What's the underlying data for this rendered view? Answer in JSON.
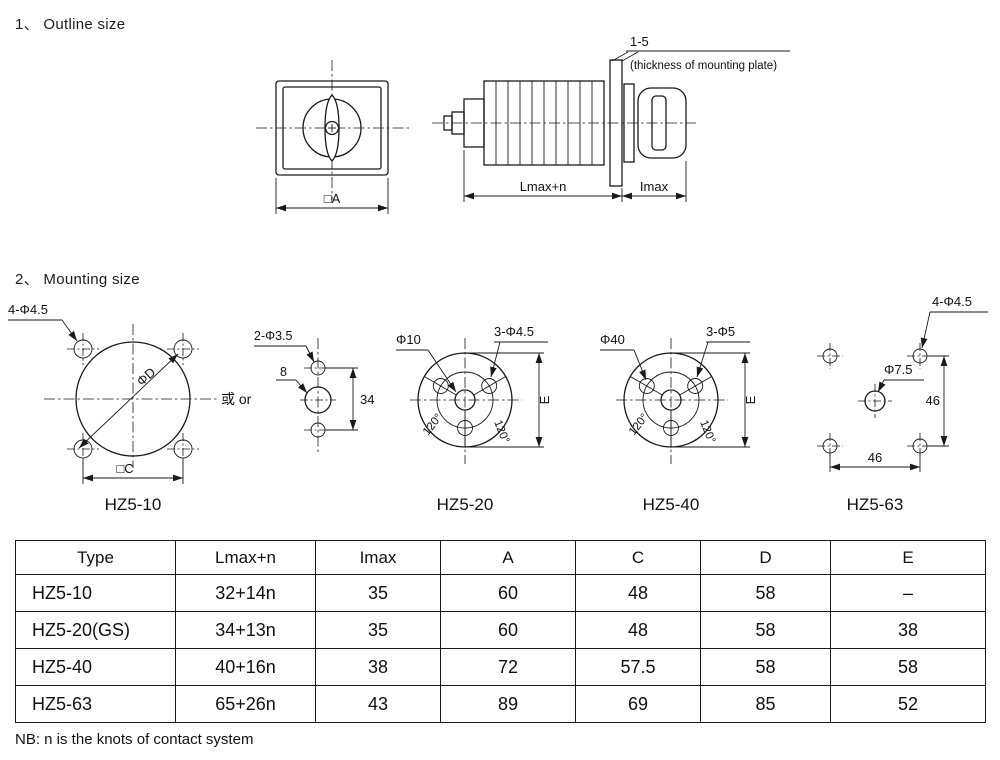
{
  "colors": {
    "line": "#1a1a1a",
    "text": "#111111",
    "bg": "#ffffff"
  },
  "headings": {
    "outline": "1、 Outline size",
    "mounting": "2、 Mounting size"
  },
  "outline": {
    "front": {
      "dim_a": "□A"
    },
    "side": {
      "dim_body": "Lmax+n",
      "dim_knob": "Imax",
      "thickness_range": "1-5",
      "thickness_note": "(thickness of mounting plate)"
    }
  },
  "mounting": {
    "or_label": "或 or",
    "hz5_10": {
      "caption": "HZ5-10",
      "holes_label": "4-Φ4.5",
      "dia_label": "ΦD",
      "dim_c": "□C"
    },
    "alt": {
      "holes_label": "2-Φ3.5",
      "dim_offset": "8",
      "dim_span": "34"
    },
    "hz5_20": {
      "caption": "HZ5-20",
      "center_label": "Φ10",
      "holes_label": "3-Φ4.5",
      "angle_a": "120°",
      "angle_b": "120°",
      "dim_e": "E"
    },
    "hz5_40": {
      "caption": "HZ5-40",
      "center_label": "Φ40",
      "holes_label": "3-Φ5",
      "angle_a": "120°",
      "angle_b": "120°",
      "dim_e": "E"
    },
    "hz5_63": {
      "caption": "HZ5-63",
      "holes_label": "4-Φ4.5",
      "center_label": "Φ7.5",
      "dim_v": "46",
      "dim_h": "46"
    }
  },
  "table": {
    "headers": [
      "Type",
      "Lmax+n",
      "Imax",
      "A",
      "C",
      "D",
      "E"
    ],
    "rows": [
      [
        "HZ5-10",
        "32+14n",
        "35",
        "60",
        "48",
        "58",
        "–"
      ],
      [
        "HZ5-20(GS)",
        "34+13n",
        "35",
        "60",
        "48",
        "58",
        "38"
      ],
      [
        "HZ5-40",
        "40+16n",
        "38",
        "72",
        "57.5",
        "58",
        "58"
      ],
      [
        "HZ5-63",
        "65+26n",
        "43",
        "89",
        "69",
        "85",
        "52"
      ]
    ]
  },
  "note": "NB: n is the knots of contact system"
}
